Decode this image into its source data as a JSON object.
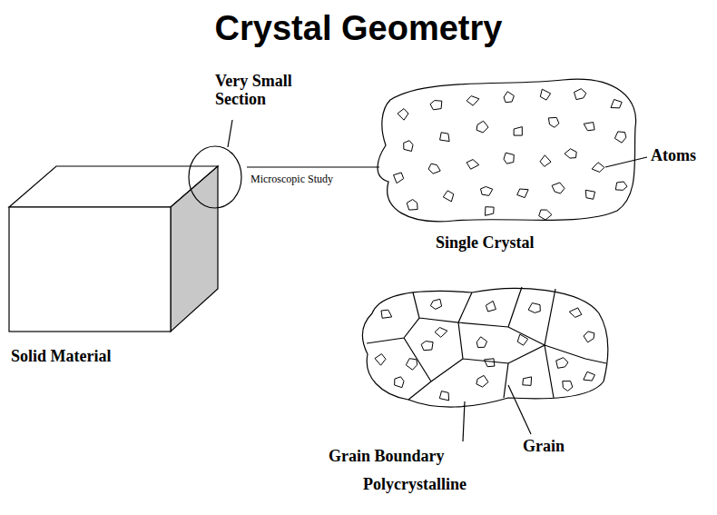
{
  "diagram": {
    "title": "Crystal Geometry",
    "labels": [
      "Very Small Section",
      "Microscopic Study",
      "Atoms",
      "Single Crystal",
      "Solid Material",
      "Grain Boundary",
      "Grain",
      "Polycrystalline"
    ]
  }
}
